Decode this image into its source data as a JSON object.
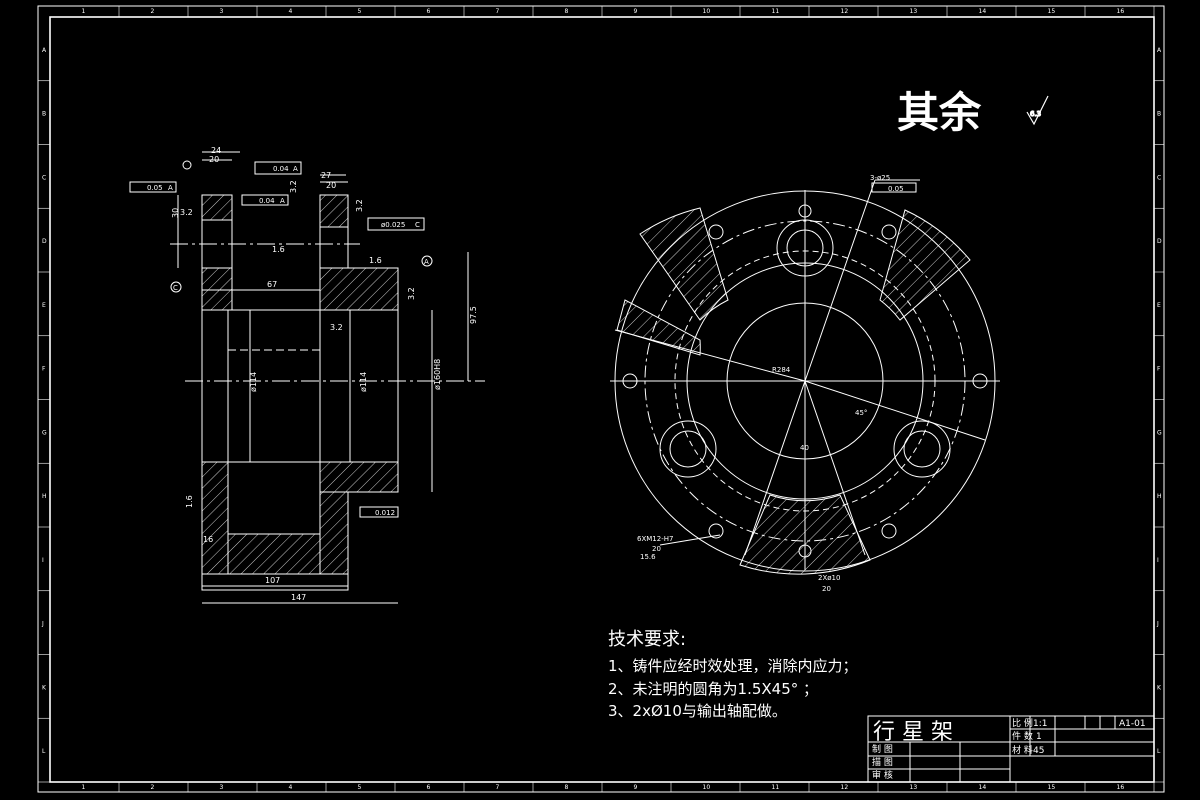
{
  "surface_finish": {
    "other_label": "其余",
    "symbol_value": "6.3"
  },
  "requirements": {
    "heading": "技术要求:",
    "items": [
      "1、铸件应经时效处理，消除内应力；",
      "2、未注明的圆角为1.5X45° ；",
      "3、2xØ10与输出轴配做。"
    ]
  },
  "section_view": {
    "dims": {
      "d24": "24",
      "d20a": "20",
      "d27": "27",
      "d20b": "20",
      "d30": "30",
      "d67": "67",
      "d97_5": "97.5",
      "d114a": "ø114",
      "d114b": "ø114",
      "d160": "ø160H8",
      "d107": "107",
      "d147": "147",
      "d16": "16"
    },
    "roughness": {
      "r1": "3.2",
      "r2": "3.2",
      "r3": "3.2",
      "r4": "3.2",
      "r5": "3.2",
      "r6": "1.6",
      "r7": "1.6",
      "r8": "1.6"
    },
    "tolerances": {
      "perp1_val": "0.04",
      "perp1_ref": "A",
      "perp2_val": "0.04",
      "perp2_ref": "A",
      "perp3_val": "0.05",
      "perp3_ref": "A",
      "pos_val": "ø0.025",
      "pos_ref": "C",
      "runout_val": "0.012"
    },
    "datums": {
      "a": "A",
      "c": "C"
    }
  },
  "front_view": {
    "labels": {
      "holes3": "3-ø25",
      "holes3_tol": "0.05",
      "r284": "R284",
      "d40": "40",
      "angle": "45°",
      "m12": "6XM12-H7",
      "m12_d1": "20",
      "m12_d2": "15.6",
      "pin": "2Xø10",
      "pin_depth": "20"
    }
  },
  "title_block": {
    "name": "行 星 架",
    "scale_label": "比 例",
    "scale_value": "1:1",
    "qty_label": "件 数",
    "qty_value": "1",
    "material_label": "材 料",
    "material_value": "45",
    "drawing_no": "A1-01",
    "drawn_label": "制 图",
    "checked_label": "描 图",
    "approved_label": "审 核"
  },
  "frame": {
    "cols": [
      "1",
      "2",
      "3",
      "4",
      "5",
      "6",
      "7",
      "8",
      "9",
      "10",
      "11",
      "12",
      "13",
      "14",
      "15",
      "16"
    ],
    "rows": [
      "A",
      "B",
      "C",
      "D",
      "E",
      "F",
      "G",
      "H",
      "I",
      "J",
      "K",
      "L"
    ]
  }
}
